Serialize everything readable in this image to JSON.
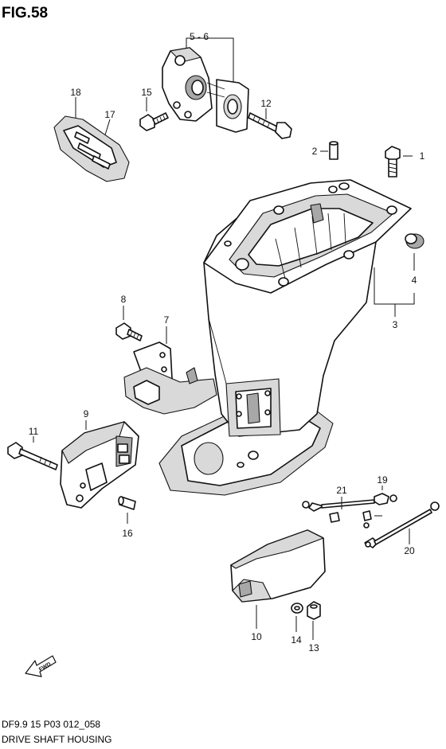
{
  "figure_title": "FIG.58",
  "footer": {
    "code": "DF9.9 15 P03 012_058",
    "title": "DRIVE SHAFT HOUSING"
  },
  "fwd_label": "FWD",
  "callouts": [
    "5 - 6",
    "18",
    "17",
    "15",
    "12",
    "2",
    "1",
    "4",
    "3",
    "8",
    "7",
    "11",
    "9",
    "16",
    "21",
    "19",
    "20",
    "10",
    "14",
    "13"
  ]
}
